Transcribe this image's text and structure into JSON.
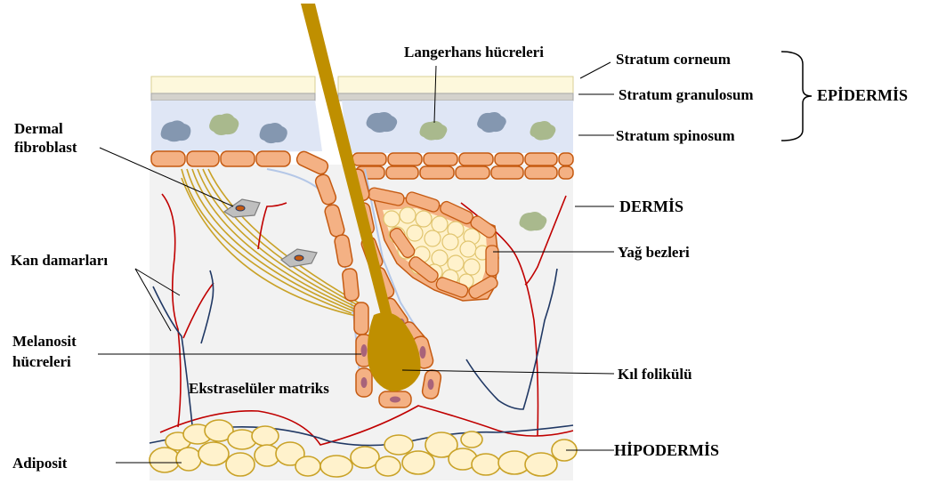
{
  "labels": {
    "langerhans": "Langerhans hücreleri",
    "stratum_corneum": "Stratum corneum",
    "stratum_granulosum": "Stratum granulosum",
    "stratum_spinosum": "Stratum spinosum",
    "epidermis": "EPİDERMİS",
    "dermal_line1": "Dermal",
    "dermal_line2": "fibroblast",
    "dermis": "DERMİS",
    "kan_damarlari": "Kan damarları",
    "yag_bezleri": "Yağ bezleri",
    "melanosit_line1": "Melanosit",
    "melanosit_line2": "hücreleri",
    "kil_folikulu": "Kıl folikülü",
    "ekstraseluler": "Ekstraselüler matriks",
    "hipodermis": "HİPODERMİS",
    "adiposit": "Adiposit"
  },
  "colors": {
    "corneum": "#fdf8dc",
    "granulosum": "#d4d2cc",
    "spinosum": "#dfe6f5",
    "dermis_bg": "#f2f2f2",
    "basal_cell": "#f4b184",
    "cell_stroke": "#c55a11",
    "hair": "#bf8f00",
    "fiber": "#c9a227",
    "blood_vessel": "#c00000",
    "lymph_vessel": "#203864",
    "adipocyte": "#fff2cc",
    "adipocyte_stroke": "#c9a227",
    "melanocyte_nucleus": "#a8637a"
  }
}
